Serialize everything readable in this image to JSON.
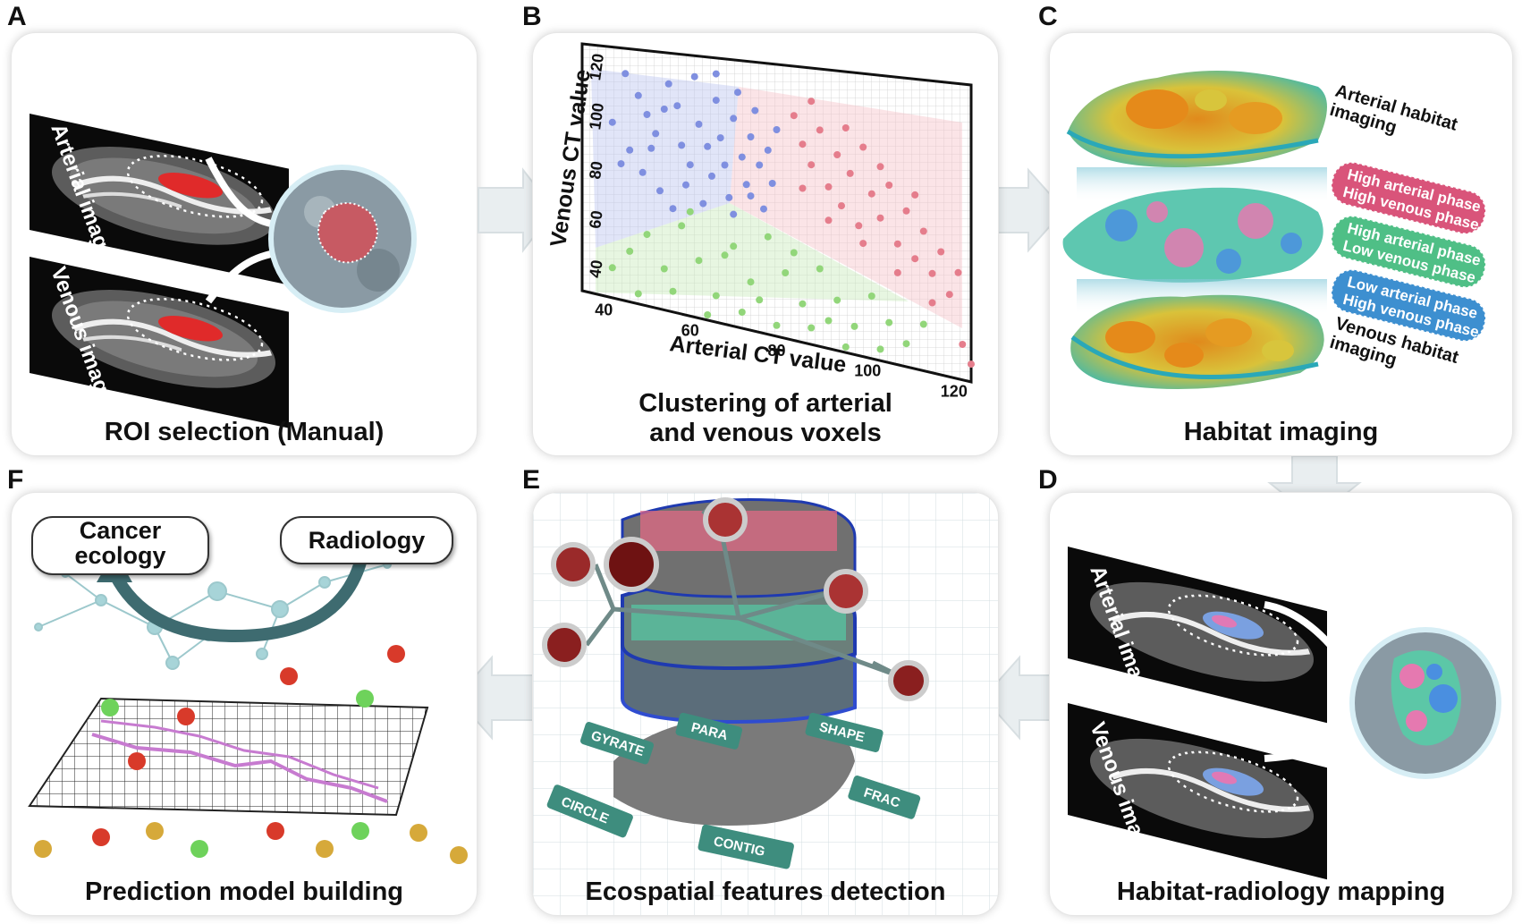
{
  "panels": {
    "A": {
      "letter": "A",
      "caption": "ROI selection (Manual)",
      "image_top": "Arterial image",
      "image_bottom": "Venous image"
    },
    "B": {
      "letter": "B",
      "caption_line1": "Clustering of arterial",
      "caption_line2": "and venous voxels"
    },
    "C": {
      "letter": "C",
      "caption": "Habitat imaging",
      "top_label_1": "Arterial habitat",
      "top_label_2": "imaging",
      "bottom_label_1": "Venous habitat",
      "bottom_label_2": "imaging",
      "pills": [
        {
          "line1": "High arterial phase",
          "line2": "High venous phase",
          "color": "#d9547a"
        },
        {
          "line1": "High arterial phase",
          "line2": "Low venous phase",
          "color": "#4fbf86"
        },
        {
          "line1": "Low arterial phase",
          "line2": "High venous phase",
          "color": "#3d8fd0"
        }
      ]
    },
    "D": {
      "letter": "D",
      "caption": "Habitat-radiology mapping",
      "image_top": "Arterial image",
      "image_bottom": "Venous image"
    },
    "E": {
      "letter": "E",
      "caption": "Ecospatial features detection",
      "features": [
        "PARA",
        "SHAPE",
        "FRAC",
        "CONTIG",
        "CIRCLE",
        "GYRATE"
      ]
    },
    "F": {
      "letter": "F",
      "caption": "Prediction model building",
      "bubble_left": "Cancer ecology",
      "bubble_left_line1": "Cancer",
      "bubble_left_line2": "ecology",
      "bubble_right": "Radiology"
    }
  },
  "chart_data": {
    "type": "scatter",
    "xlabel": "Arterial CT value",
    "ylabel": "Venous CT value",
    "x_ticks": [
      "40",
      "60",
      "80",
      "100",
      "120"
    ],
    "y_ticks": [
      "40",
      "60",
      "80",
      "100",
      "120"
    ],
    "xlim": [
      35,
      125
    ],
    "ylim": [
      30,
      130
    ],
    "grid": true,
    "series": [
      {
        "color": "#7f8fe0",
        "points": [
          [
            45,
            120
          ],
          [
            48,
            112
          ],
          [
            50,
            105
          ],
          [
            52,
            98
          ],
          [
            55,
            118
          ],
          [
            57,
            110
          ],
          [
            58,
            95
          ],
          [
            60,
            88
          ],
          [
            61,
            122
          ],
          [
            62,
            104
          ],
          [
            64,
            96
          ],
          [
            65,
            85
          ],
          [
            66,
            114
          ],
          [
            67,
            100
          ],
          [
            68,
            90
          ],
          [
            69,
            78
          ],
          [
            70,
            108
          ],
          [
            71,
            118
          ],
          [
            72,
            94
          ],
          [
            73,
            84
          ],
          [
            74,
            102
          ],
          [
            75,
            112
          ],
          [
            76,
            92
          ],
          [
            77,
            76
          ],
          [
            78,
            98
          ],
          [
            79,
            86
          ],
          [
            80,
            106
          ],
          [
            46,
            90
          ],
          [
            49,
            82
          ],
          [
            53,
            76
          ],
          [
            56,
            70
          ],
          [
            59,
            80
          ],
          [
            63,
            74
          ],
          [
            42,
            100
          ],
          [
            44,
            84
          ],
          [
            51,
            92
          ],
          [
            54,
            108
          ],
          [
            66,
            124
          ],
          [
            70,
            72
          ],
          [
            74,
            80
          ]
        ]
      },
      {
        "color": "#e57d8c",
        "points": [
          [
            84,
            112
          ],
          [
            86,
            102
          ],
          [
            88,
            95
          ],
          [
            90,
            108
          ],
          [
            92,
            88
          ],
          [
            94,
            100
          ],
          [
            95,
            82
          ],
          [
            97,
            94
          ],
          [
            99,
            76
          ],
          [
            100,
            104
          ],
          [
            102,
            88
          ],
          [
            104,
            80
          ],
          [
            106,
            92
          ],
          [
            108,
            72
          ],
          [
            110,
            84
          ],
          [
            112,
            68
          ],
          [
            114,
            78
          ],
          [
            116,
            64
          ],
          [
            118,
            72
          ],
          [
            120,
            58
          ],
          [
            122,
            66
          ],
          [
            88,
            118
          ],
          [
            96,
            110
          ],
          [
            104,
            98
          ],
          [
            112,
            90
          ],
          [
            86,
            86
          ],
          [
            92,
            76
          ],
          [
            100,
            70
          ],
          [
            108,
            62
          ],
          [
            116,
            54
          ],
          [
            123,
            42
          ],
          [
            125,
            36
          ]
        ]
      },
      {
        "color": "#92d67a",
        "points": [
          [
            42,
            42
          ],
          [
            46,
            50
          ],
          [
            50,
            58
          ],
          [
            54,
            46
          ],
          [
            58,
            64
          ],
          [
            62,
            52
          ],
          [
            66,
            40
          ],
          [
            70,
            60
          ],
          [
            74,
            48
          ],
          [
            78,
            66
          ],
          [
            82,
            54
          ],
          [
            86,
            44
          ],
          [
            90,
            58
          ],
          [
            94,
            48
          ],
          [
            98,
            40
          ],
          [
            102,
            52
          ],
          [
            106,
            44
          ],
          [
            110,
            38
          ],
          [
            114,
            46
          ],
          [
            48,
            34
          ],
          [
            56,
            38
          ],
          [
            64,
            32
          ],
          [
            72,
            36
          ],
          [
            80,
            34
          ],
          [
            88,
            36
          ],
          [
            96,
            32
          ],
          [
            104,
            34
          ],
          [
            60,
            70
          ],
          [
            68,
            56
          ],
          [
            76,
            42
          ],
          [
            84,
            62
          ],
          [
            92,
            40
          ]
        ]
      }
    ]
  }
}
